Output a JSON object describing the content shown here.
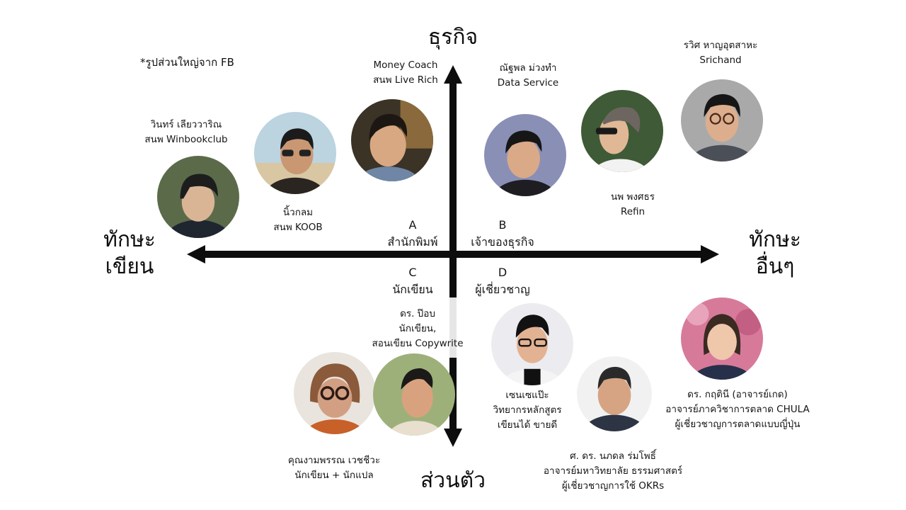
{
  "note": "*รูปส่วนใหญ่จาก FB",
  "axes": {
    "top": "ธุรกิจ",
    "bottom": "ส่วนตัว",
    "left_line1": "ทักษะ",
    "left_line2": "เขียน",
    "right_line1": "ทักษะ",
    "right_line2": "อื่นๆ",
    "color": "#0d0d0d",
    "gap_color": "#e6e6e6"
  },
  "quadrants": [
    {
      "letter": "A",
      "label": "สำนักพิมพ์"
    },
    {
      "letter": "B",
      "label": "เจ้าของธุรกิจ"
    },
    {
      "letter": "C",
      "label": "นักเขียน"
    },
    {
      "letter": "D",
      "label": "ผู้เชี่ยวชาญ"
    }
  ],
  "people": [
    {
      "id": "winbookclub",
      "line1": "วินทร์ เลียววาริณ",
      "line2": "สนพ Winbookclub",
      "line3": "",
      "bg": "#5b6b4a",
      "skin": "#d9b596",
      "hair": "#1d1d1d",
      "shirt": "#1f2630"
    },
    {
      "id": "koob",
      "line1": "นิ้วกลม",
      "line2": "สนพ KOOB",
      "line3": "",
      "bg": "#d9c7a3",
      "skin": "#c99873",
      "hair": "#1b1b1b",
      "shirt": "#2a2520"
    },
    {
      "id": "liverich",
      "line1": "Money Coach",
      "line2": "สนพ Live Rich",
      "line3": "",
      "bg": "#3a3326",
      "skin": "#d8a883",
      "hair": "#1c1712",
      "shirt": "#6f86a6"
    },
    {
      "id": "dataservice",
      "line1": "ณัฐพล ม่วงทำ",
      "line2": "Data Service",
      "line3": "",
      "bg": "#8a8fb6",
      "skin": "#d9a988",
      "hair": "#161616",
      "shirt": "#1e1e22"
    },
    {
      "id": "refin",
      "line1": "นพ พงศธร",
      "line2": "Refin",
      "line3": "",
      "bg": "#3f5a36",
      "skin": "#e0b896",
      "hair": "#6d6560",
      "shirt": "#f2f2f2"
    },
    {
      "id": "srichand",
      "line1": "รวิศ หาญอุตสาหะ",
      "line2": "Srichand",
      "line3": "",
      "bg": "#a9a9a9",
      "skin": "#dcae8e",
      "hair": "#161616",
      "shirt": "#4a4f58"
    },
    {
      "id": "ngampan",
      "line1": "คุณงามพรรณ เวชชีวะ",
      "line2": "นักเขียน + นักแปล",
      "line3": "",
      "bg": "#e9e4dd",
      "skin": "#d39f83",
      "hair": "#8a5a3a",
      "shirt": "#c8602a"
    },
    {
      "id": "drpop",
      "line1": "ดร. ป๊อบ",
      "line2": "นักเขียน,",
      "line3": "สอนเขียน Copywrite",
      "bg": "#9eb07a",
      "skin": "#d9a27f",
      "hair": "#1c1a18",
      "shirt": "#e8dfcf"
    },
    {
      "id": "senseipae",
      "line1": "เซนเซแป๊ะ",
      "line2": "วิทยากรหลักสูตร",
      "line3": "เขียนได้ ขายดี",
      "bg": "#ecebef",
      "skin": "#e2b293",
      "hair": "#121212",
      "shirt": "#f4f4f4"
    },
    {
      "id": "napadon",
      "line1": "ศ. ดร. นภดล ร่มโพธิ์",
      "line2": "อาจารย์มหาวิทยาลัย ธรรมศาสตร์",
      "line3": "ผู้เชี่ยวชาญการใช้ OKRs",
      "bg": "#f1f1f1",
      "skin": "#d6a482",
      "hair": "#2a2a2a",
      "shirt": "#2d3443"
    },
    {
      "id": "kate",
      "line1": "ดร. กฤตินี (อาจารย์เกด)",
      "line2": "อาจารย์ภาควิชาการตลาด CHULA",
      "line3": "ผู้เชี่ยวชาญการตลาดแบบญี่ปุ่น",
      "bg": "#d77a9a",
      "skin": "#efc7aa",
      "hair": "#3a2a22",
      "shirt": "#26304a"
    }
  ]
}
